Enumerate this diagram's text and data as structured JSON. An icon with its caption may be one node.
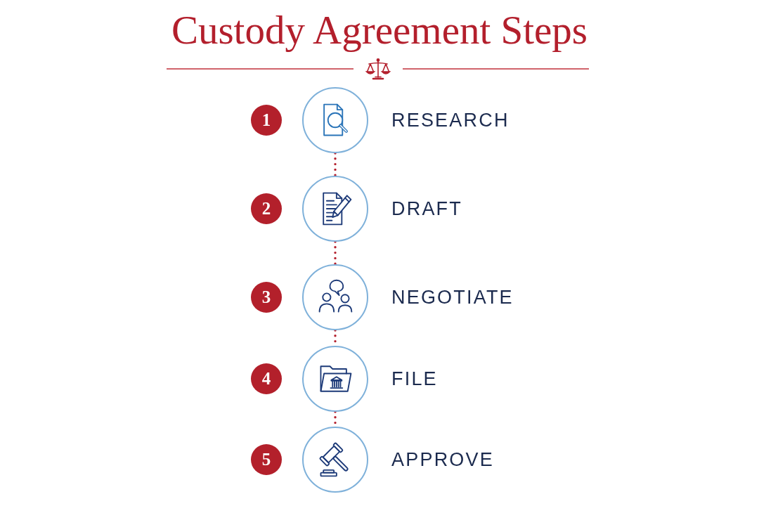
{
  "diagram": {
    "title": "Custody Agreement Steps",
    "nodes": [
      {
        "text": [
          "1"
        ]
      },
      {
        "text": [],
        "shape": "circle",
        "beside": [
          "RESEARCH"
        ]
      },
      {
        "text": [
          "2"
        ]
      },
      {
        "text": [],
        "shape": "circle",
        "beside": [
          "DRAFT"
        ]
      },
      {
        "text": [
          "3"
        ]
      },
      {
        "text": [],
        "shape": "circle",
        "beside": [
          "NEGOTIATE"
        ]
      },
      {
        "text": [
          "4"
        ]
      },
      {
        "text": [],
        "shape": "circle",
        "beside": [
          "FILE"
        ]
      },
      {
        "text": [
          "5"
        ]
      },
      {
        "text": [],
        "shape": "circle",
        "beside": [
          "APPROVE"
        ]
      }
    ],
    "edges": [
      {
        "from": 1,
        "to": 3,
        "arrow": "none",
        "style": "dashed"
      },
      {
        "from": 3,
        "to": 5,
        "arrow": "none",
        "style": "dashed"
      },
      {
        "from": 5,
        "to": 7,
        "arrow": "none",
        "style": "dashed"
      },
      {
        "from": 7,
        "to": 9,
        "arrow": "none",
        "style": "dashed"
      }
    ]
  }
}
